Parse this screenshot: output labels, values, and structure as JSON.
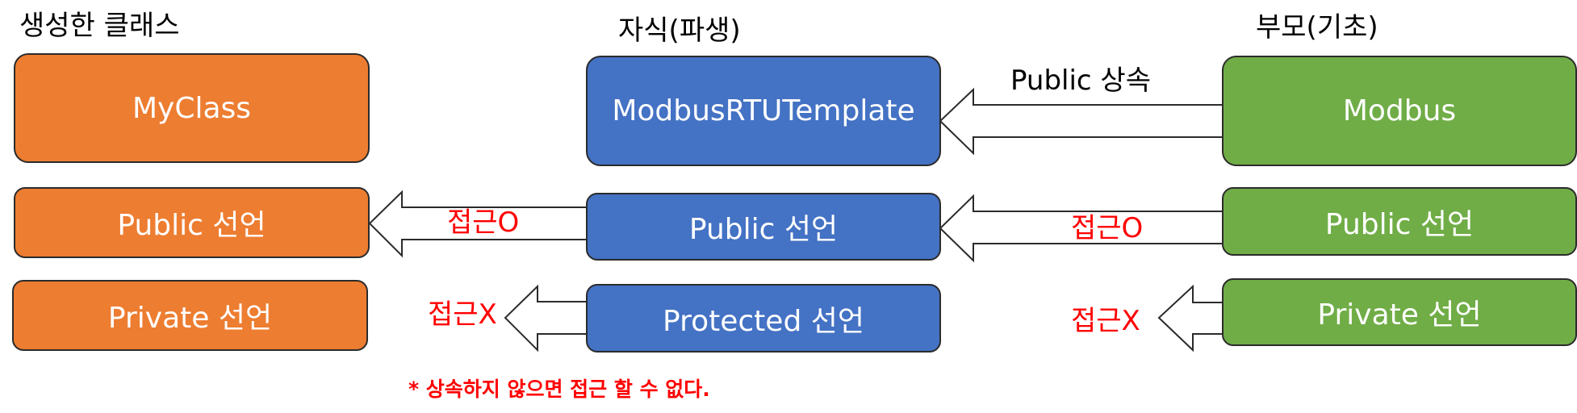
{
  "headers": {
    "created": "생성한 클래스",
    "child": "자식(파생)",
    "parent": "부모(기초)"
  },
  "created_class": {
    "name": "MyClass",
    "public": "Public 선언",
    "private": "Private 선언"
  },
  "child_class": {
    "name": "ModbusRTUTemplate",
    "public": "Public 선언",
    "protected": "Protected 선언"
  },
  "parent_class": {
    "name": "Modbus",
    "public": "Public 선언",
    "private": "Private 선언"
  },
  "arrows": {
    "inherit": "Public 상속",
    "access_ok_left": "접근O",
    "access_ok_right": "접근O",
    "access_no_left": "접근X",
    "access_no_right": "접근X"
  },
  "colors": {
    "created": "#ED7D31",
    "child": "#4472C4",
    "parent": "#70AD47",
    "label_red": "#FF0000"
  },
  "note": "* 상속하지 않으면 접근 할 수 없다."
}
